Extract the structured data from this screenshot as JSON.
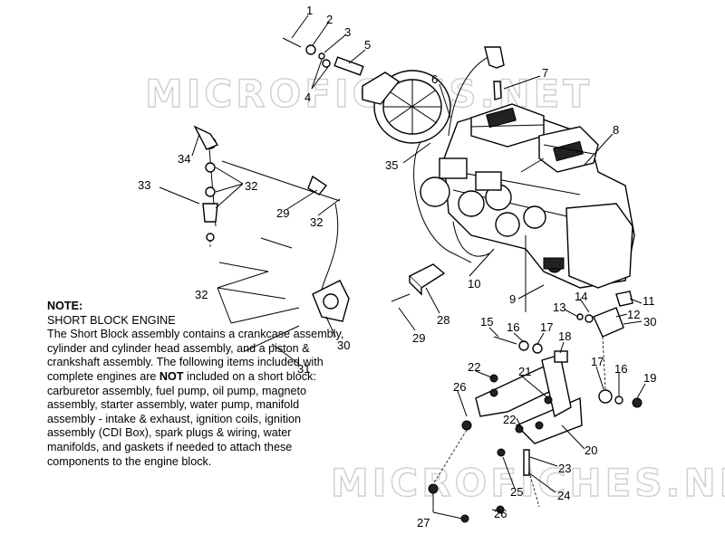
{
  "note": {
    "title": "NOTE:",
    "subtitle": "SHORT BLOCK ENGINE",
    "body_before": "The Short Block assembly contains a crankcase assembly, cylinder and cylinder head assembly, and a piston & crankshaft assembly.  The following items included with complete engines are ",
    "body_emph": "NOT",
    "body_after": " included on a short block: carburetor assembly, fuel pump, oil pump, magneto assembly, starter assembly, water pump, manifold assembly - intake & exhaust, ignition coils, ignition assembly (CDI Box), spark plugs & wiring, water manifolds, and gaskets if needed to attach these components to the engine block."
  },
  "watermarks": [
    "MICROFICHES.NET",
    "MICROFICHES.NET"
  ],
  "callouts": [
    "1",
    "2",
    "3",
    "4",
    "5",
    "6",
    "7",
    "8",
    "35",
    "34",
    "33",
    "32",
    "29",
    "32",
    "32",
    "10",
    "28",
    "29",
    "9",
    "13",
    "14",
    "11",
    "12",
    "30",
    "30",
    "31",
    "15",
    "16",
    "17",
    "18",
    "22",
    "21",
    "26",
    "17",
    "16",
    "19",
    "22",
    "20",
    "23",
    "25",
    "24",
    "26",
    "27"
  ]
}
